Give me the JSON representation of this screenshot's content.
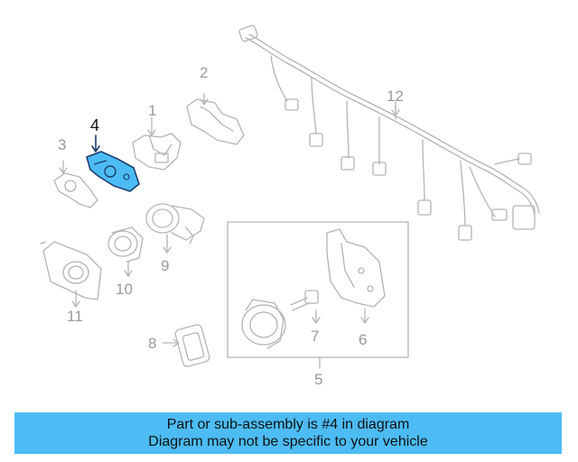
{
  "diagram": {
    "callouts": [
      {
        "id": "1",
        "label": "1"
      },
      {
        "id": "2",
        "label": "2"
      },
      {
        "id": "3",
        "label": "3"
      },
      {
        "id": "4",
        "label": "4",
        "highlighted": true
      },
      {
        "id": "5",
        "label": "5"
      },
      {
        "id": "6",
        "label": "6"
      },
      {
        "id": "7",
        "label": "7"
      },
      {
        "id": "8",
        "label": "8"
      },
      {
        "id": "9",
        "label": "9"
      },
      {
        "id": "10",
        "label": "10"
      },
      {
        "id": "11",
        "label": "11"
      },
      {
        "id": "12",
        "label": "12"
      }
    ],
    "colors": {
      "line": "#b4b4b4",
      "highlight_fill": "#4dbcf5",
      "highlight_stroke": "#1c3f6e"
    }
  },
  "banner": {
    "line1": "Part or sub-assembly is #4 in diagram",
    "line2": "Diagram may not be specific to your vehicle",
    "color": "#4dbcf5"
  }
}
